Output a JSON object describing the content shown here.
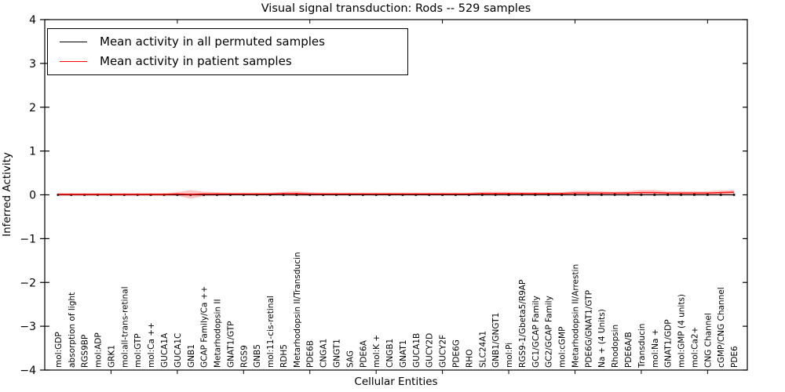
{
  "chart_data": {
    "type": "line",
    "title": "Visual signal transduction: Rods -- 529 samples",
    "xlabel": "Cellular Entities",
    "ylabel": "Inferred Activity",
    "ylim": [
      -4,
      4
    ],
    "ytick_values": [
      -4,
      -3,
      -2,
      -1,
      0,
      1,
      2,
      3,
      4
    ],
    "ytick_labels": [
      "−4",
      "−3",
      "−2",
      "−1",
      "0",
      "1",
      "2",
      "3",
      "4"
    ],
    "legend_position": "upper left",
    "grid": false,
    "categories": [
      "mol:GDP",
      "absorption of light",
      "RGS9BP",
      "mol:ADP",
      "GRK1",
      "mol:all-trans-retinal",
      "mol:GTP",
      "mol:Ca ++",
      "GUCA1A",
      "GUCA1C",
      "GNB1",
      "GCAP Family/Ca ++",
      "Metarhodopsin II",
      "GNAT1/GTP",
      "RGS9",
      "GNB5",
      "mol:11-cis-retinal",
      "RDH5",
      "Metarhodopsin II/Transducin",
      "PDE6B",
      "CNGA1",
      "GNGT1",
      "SAG",
      "PDE6A",
      "mol:K +",
      "CNGB1",
      "GNAT1",
      "GUCA1B",
      "GUCY2D",
      "GUCY2F",
      "PDE6G",
      "RHO",
      "SLC24A1",
      "GNB1/GNGT1",
      "mol:Pi",
      "RGS9-1/Gbeta5/R9AP",
      "GC1/GCAP Family",
      "GC2/GCAP Family",
      "mol:cGMP",
      "Metarhodopsin II/Arrestin",
      "PDE6G/GNAT1/GTP",
      "Na + (4 Units)",
      "Rhodopsin",
      "PDE6A/B",
      "Transducin",
      "mol:Na +",
      "GNAT1/GDP",
      "mol:GMP (4 units)",
      "mol:Ca2+",
      "CNG Channel",
      "cGMP/CNG Channel",
      "PDE6"
    ],
    "series": [
      {
        "name": "Mean activity in all permuted samples",
        "color": "#000000",
        "band_color": "#b0b0b0",
        "values": [
          0,
          0,
          0,
          0,
          0,
          0,
          0,
          0,
          0,
          0,
          0,
          0,
          0,
          0,
          0,
          0,
          0,
          0,
          0,
          0,
          0,
          0,
          0,
          0,
          0,
          0,
          0,
          0,
          0,
          0,
          0,
          0,
          0,
          0,
          0,
          0,
          0,
          0,
          0,
          0,
          0,
          0,
          0,
          0,
          0,
          0,
          0,
          0,
          0,
          0,
          0,
          0
        ],
        "band": [
          0.03,
          0.03,
          0.03,
          0.03,
          0.03,
          0.03,
          0.03,
          0.03,
          0.03,
          0.03,
          0.03,
          0.03,
          0.03,
          0.03,
          0.03,
          0.03,
          0.03,
          0.03,
          0.03,
          0.03,
          0.03,
          0.03,
          0.03,
          0.03,
          0.03,
          0.03,
          0.03,
          0.03,
          0.03,
          0.03,
          0.03,
          0.03,
          0.03,
          0.03,
          0.03,
          0.03,
          0.03,
          0.03,
          0.03,
          0.03,
          0.03,
          0.03,
          0.03,
          0.03,
          0.03,
          0.03,
          0.03,
          0.03,
          0.03,
          0.03,
          0.03,
          0.03
        ]
      },
      {
        "name": "Mean activity in patient samples",
        "color": "#ff0000",
        "band_color": "#ff3333",
        "values": [
          0.01,
          0.01,
          0.01,
          0.01,
          0.01,
          0.01,
          0.01,
          0.01,
          0.01,
          0.02,
          0.01,
          0.02,
          0.02,
          0.02,
          0.02,
          0.02,
          0.02,
          0.03,
          0.03,
          0.02,
          0.02,
          0.02,
          0.02,
          0.02,
          0.02,
          0.02,
          0.02,
          0.02,
          0.02,
          0.02,
          0.02,
          0.02,
          0.03,
          0.03,
          0.03,
          0.03,
          0.03,
          0.03,
          0.03,
          0.04,
          0.04,
          0.04,
          0.04,
          0.04,
          0.05,
          0.05,
          0.04,
          0.04,
          0.04,
          0.04,
          0.05,
          0.06
        ],
        "band": [
          0.03,
          0.03,
          0.03,
          0.03,
          0.03,
          0.03,
          0.03,
          0.03,
          0.03,
          0.04,
          0.1,
          0.05,
          0.04,
          0.03,
          0.03,
          0.03,
          0.03,
          0.04,
          0.05,
          0.04,
          0.03,
          0.03,
          0.03,
          0.03,
          0.03,
          0.03,
          0.03,
          0.03,
          0.03,
          0.03,
          0.03,
          0.03,
          0.04,
          0.04,
          0.04,
          0.03,
          0.03,
          0.03,
          0.03,
          0.05,
          0.05,
          0.04,
          0.03,
          0.04,
          0.06,
          0.06,
          0.04,
          0.04,
          0.04,
          0.04,
          0.05,
          0.05
        ]
      }
    ]
  }
}
